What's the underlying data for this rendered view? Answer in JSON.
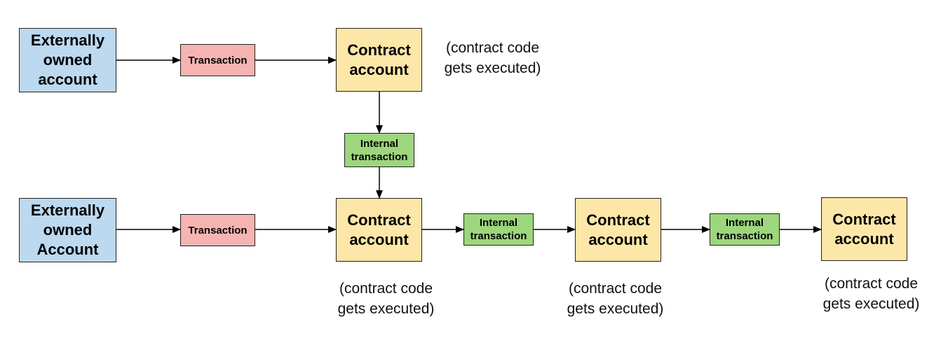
{
  "row1": {
    "eoa_label": "Externally\nowned\naccount",
    "tx_label": "Transaction",
    "contract_label": "Contract\naccount",
    "note": "(contract code\ngets executed)"
  },
  "vertical_internal_label": "Internal\ntransaction",
  "row2": {
    "eoa_label": "Externally\nowned\nAccount",
    "tx_label": "Transaction",
    "contract1_label": "Contract\naccount",
    "internal1_label": "Internal\ntransaction",
    "contract2_label": "Contract\naccount",
    "internal2_label": "Internal\ntransaction",
    "contract3_label": "Contract\naccount",
    "note1": "(contract code\ngets executed)",
    "note2": "(contract code\ngets executed)",
    "note3": "(contract code\ngets executed)"
  },
  "colors": {
    "eoa": "#bcd9f0",
    "contract": "#fde7a8",
    "transaction": "#f5b4b1",
    "internal_transaction": "#9dd67d"
  }
}
